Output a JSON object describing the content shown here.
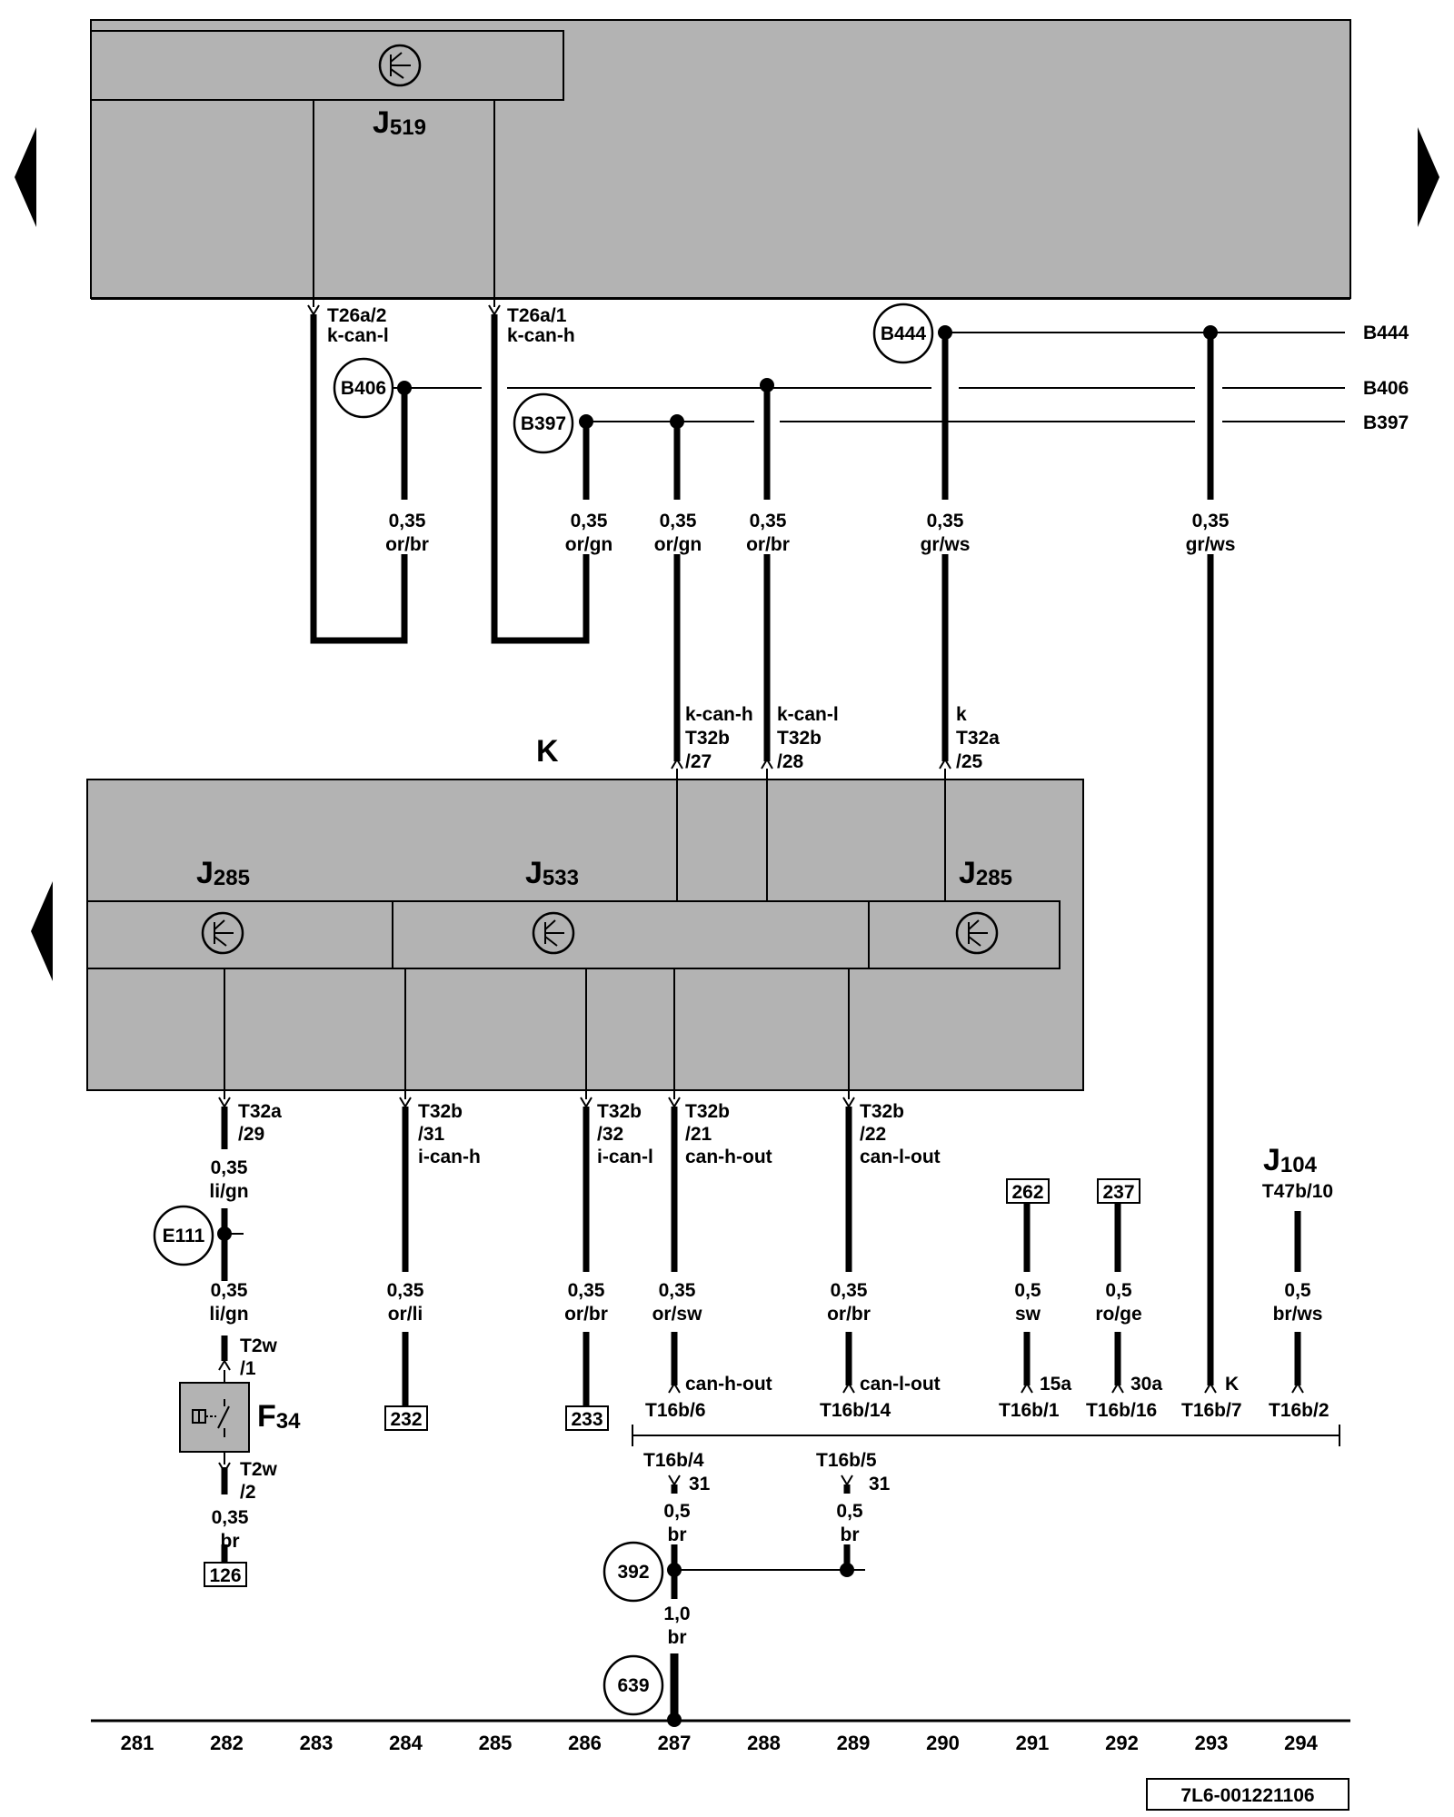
{
  "components": {
    "j519": {
      "main": "J",
      "sub": "519"
    },
    "k": {
      "main": "K"
    },
    "j285_left": {
      "main": "J",
      "sub": "285"
    },
    "j533": {
      "main": "J",
      "sub": "533"
    },
    "j285_right": {
      "main": "J",
      "sub": "285"
    },
    "j104": {
      "main": "J",
      "sub": "104",
      "pin": "T47b/10"
    },
    "f34": {
      "main": "F",
      "sub": "34"
    }
  },
  "connectors": {
    "t26a2": [
      "T26a/2",
      "k-can-l"
    ],
    "t26a1": [
      "T26a/1",
      "k-can-h"
    ],
    "t32b27": [
      "k-can-h",
      "T32b",
      "/27"
    ],
    "t32b28": [
      "k-can-l",
      "T32b",
      "/28"
    ],
    "t32a25": [
      "k",
      "T32a",
      "/25"
    ],
    "t32a29": [
      "T32a",
      "/29"
    ],
    "t32b31": [
      "T32b",
      "/31",
      "i-can-h"
    ],
    "t32b32": [
      "T32b",
      "/32",
      "i-can-l"
    ],
    "t32b21": [
      "T32b",
      "/21",
      "can-h-out"
    ],
    "t32b22": [
      "T32b",
      "/22",
      "can-l-out"
    ],
    "t2w1": [
      "T2w",
      "/1"
    ],
    "t2w2": [
      "T2w",
      "/2"
    ],
    "t16b6": [
      "can-h-out",
      "T16b/6"
    ],
    "t16b14": [
      "can-l-out",
      "T16b/14"
    ],
    "t16b1": [
      "15a",
      "T16b/1"
    ],
    "t16b16": [
      "30a",
      "T16b/16"
    ],
    "t16b7": [
      "K",
      "T16b/7"
    ],
    "t16b2": [
      "T16b/2"
    ],
    "t16b4": [
      "T16b/4",
      "31"
    ],
    "t16b5": [
      "T16b/5",
      "31"
    ]
  },
  "splices": {
    "b406": "B406",
    "b397": "B397",
    "b444": "B444",
    "e111": "E111",
    "g392": "392",
    "g639": "639"
  },
  "bus_labels": {
    "b444": "B444",
    "b406": "B406",
    "b397": "B397"
  },
  "wires": {
    "w1": [
      "0,35",
      "or/br"
    ],
    "w2": [
      "0,35",
      "or/gn"
    ],
    "w3": [
      "0,35",
      "or/gn"
    ],
    "w4": [
      "0,35",
      "or/br"
    ],
    "w5": [
      "0,35",
      "gr/ws"
    ],
    "w6": [
      "0,35",
      "gr/ws"
    ],
    "w7": [
      "0,35",
      "li/gn"
    ],
    "w8": [
      "0,35",
      "li/gn"
    ],
    "w9": [
      "0,35",
      "br"
    ],
    "w10": [
      "0,35",
      "or/li"
    ],
    "w11": [
      "0,35",
      "or/br"
    ],
    "w12": [
      "0,35",
      "or/sw"
    ],
    "w13": [
      "0,35",
      "or/br"
    ],
    "w14": [
      "0,5",
      "sw"
    ],
    "w15": [
      "0,5",
      "ro/ge"
    ],
    "w16": [
      "0,5",
      "br/ws"
    ],
    "w17": [
      "0,5",
      "br"
    ],
    "w18": [
      "0,5",
      "br"
    ],
    "w19": [
      "1,0",
      "br"
    ]
  },
  "refs": {
    "r262": "262",
    "r237": "237",
    "r232": "232",
    "r233": "233",
    "r126": "126"
  },
  "columns": [
    "281",
    "282",
    "283",
    "284",
    "285",
    "286",
    "287",
    "288",
    "289",
    "290",
    "291",
    "292",
    "293",
    "294"
  ],
  "drawing_id": "7L6-001221106",
  "colors": {
    "module_fill": "#b3b3b3",
    "line": "#000000"
  }
}
